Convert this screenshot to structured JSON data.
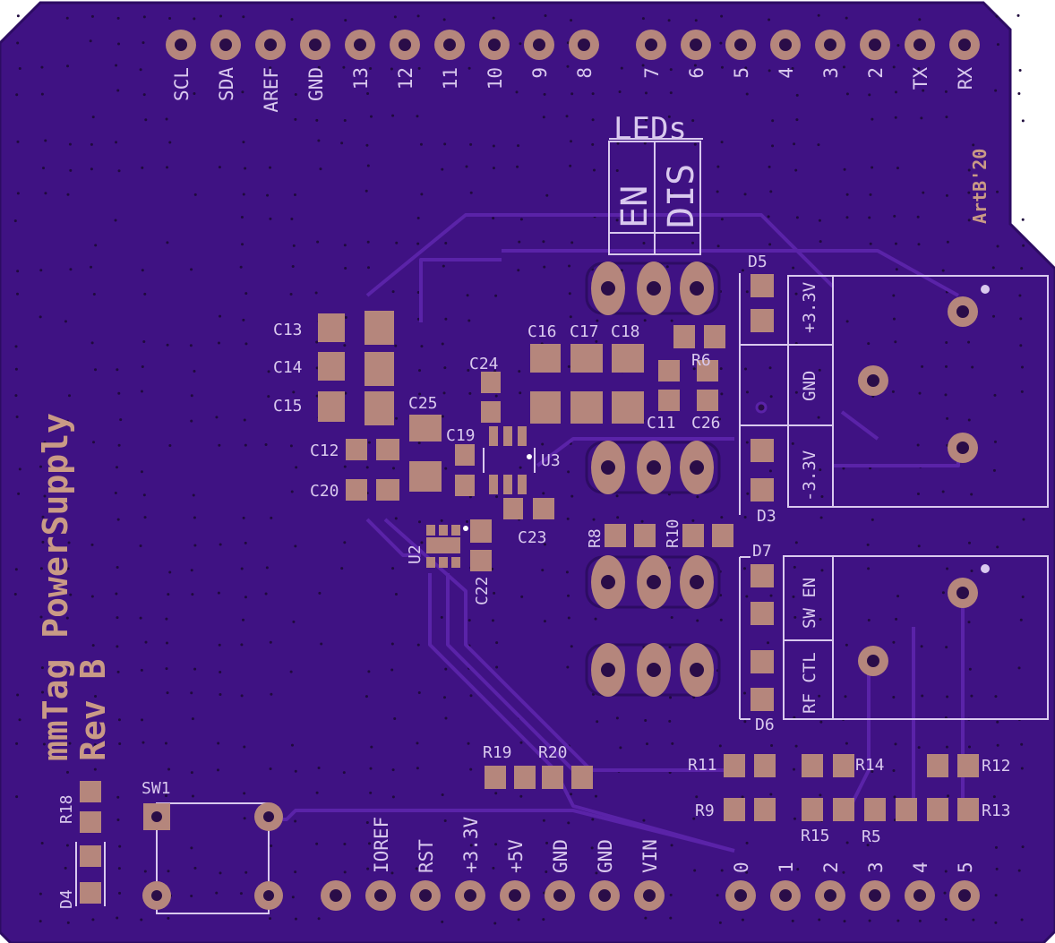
{
  "board": {
    "title": "mmTag PowerSupply",
    "revision": "Rev B",
    "credit": "ArtB'20",
    "colors": {
      "background": "#ffffff",
      "soldermask": "#3f1283",
      "mask_light": "#4a1a92",
      "copper": "#b5867c",
      "silkscreen": "#d9c9ee",
      "drill": "#2a0d48",
      "title": "#c99a86"
    }
  },
  "top_header": {
    "left_pins": [
      "SCL",
      "SDA",
      "AREF",
      "GND",
      "13",
      "12",
      "11",
      "10",
      "9",
      "8"
    ],
    "right_pins": [
      "7",
      "6",
      "5",
      "4",
      "3",
      "2",
      "TX",
      "RX"
    ]
  },
  "bottom_header": {
    "power_pins": [
      "IOREF",
      "RST",
      "+3.3V",
      "+5V",
      "GND",
      "GND",
      "VIN"
    ],
    "analog_pins": [
      "0",
      "1",
      "2",
      "3",
      "4",
      "5"
    ]
  },
  "leds_block": {
    "heading": "LEDs",
    "col1": "EN",
    "col2": "DIS"
  },
  "power_block": {
    "labels": [
      "+3.3V",
      "GND",
      "-3.3V"
    ]
  },
  "control_block": {
    "labels": [
      "SW EN",
      "RF CTL"
    ]
  },
  "refdes": {
    "C13": "C13",
    "C14": "C14",
    "C15": "C15",
    "C12": "C12",
    "C20": "C20",
    "C25": "C25",
    "C19": "C19",
    "C24": "C24",
    "C16": "C16",
    "C17": "C17",
    "C18": "C18",
    "C11": "C11",
    "C26": "C26",
    "C23": "C23",
    "C22": "C22",
    "U2": "U2",
    "U3": "U3",
    "R6": "R6",
    "R8": "R8",
    "R10": "R10",
    "D5": "D5",
    "D3": "D3",
    "D7": "D7",
    "D6": "D6",
    "R19": "R19",
    "R20": "R20",
    "R11": "R11",
    "R14": "R14",
    "R12": "R12",
    "R9": "R9",
    "R15": "R15",
    "R5": "R5",
    "R13": "R13",
    "R18": "R18",
    "D4": "D4",
    "SW1": "SW1"
  }
}
